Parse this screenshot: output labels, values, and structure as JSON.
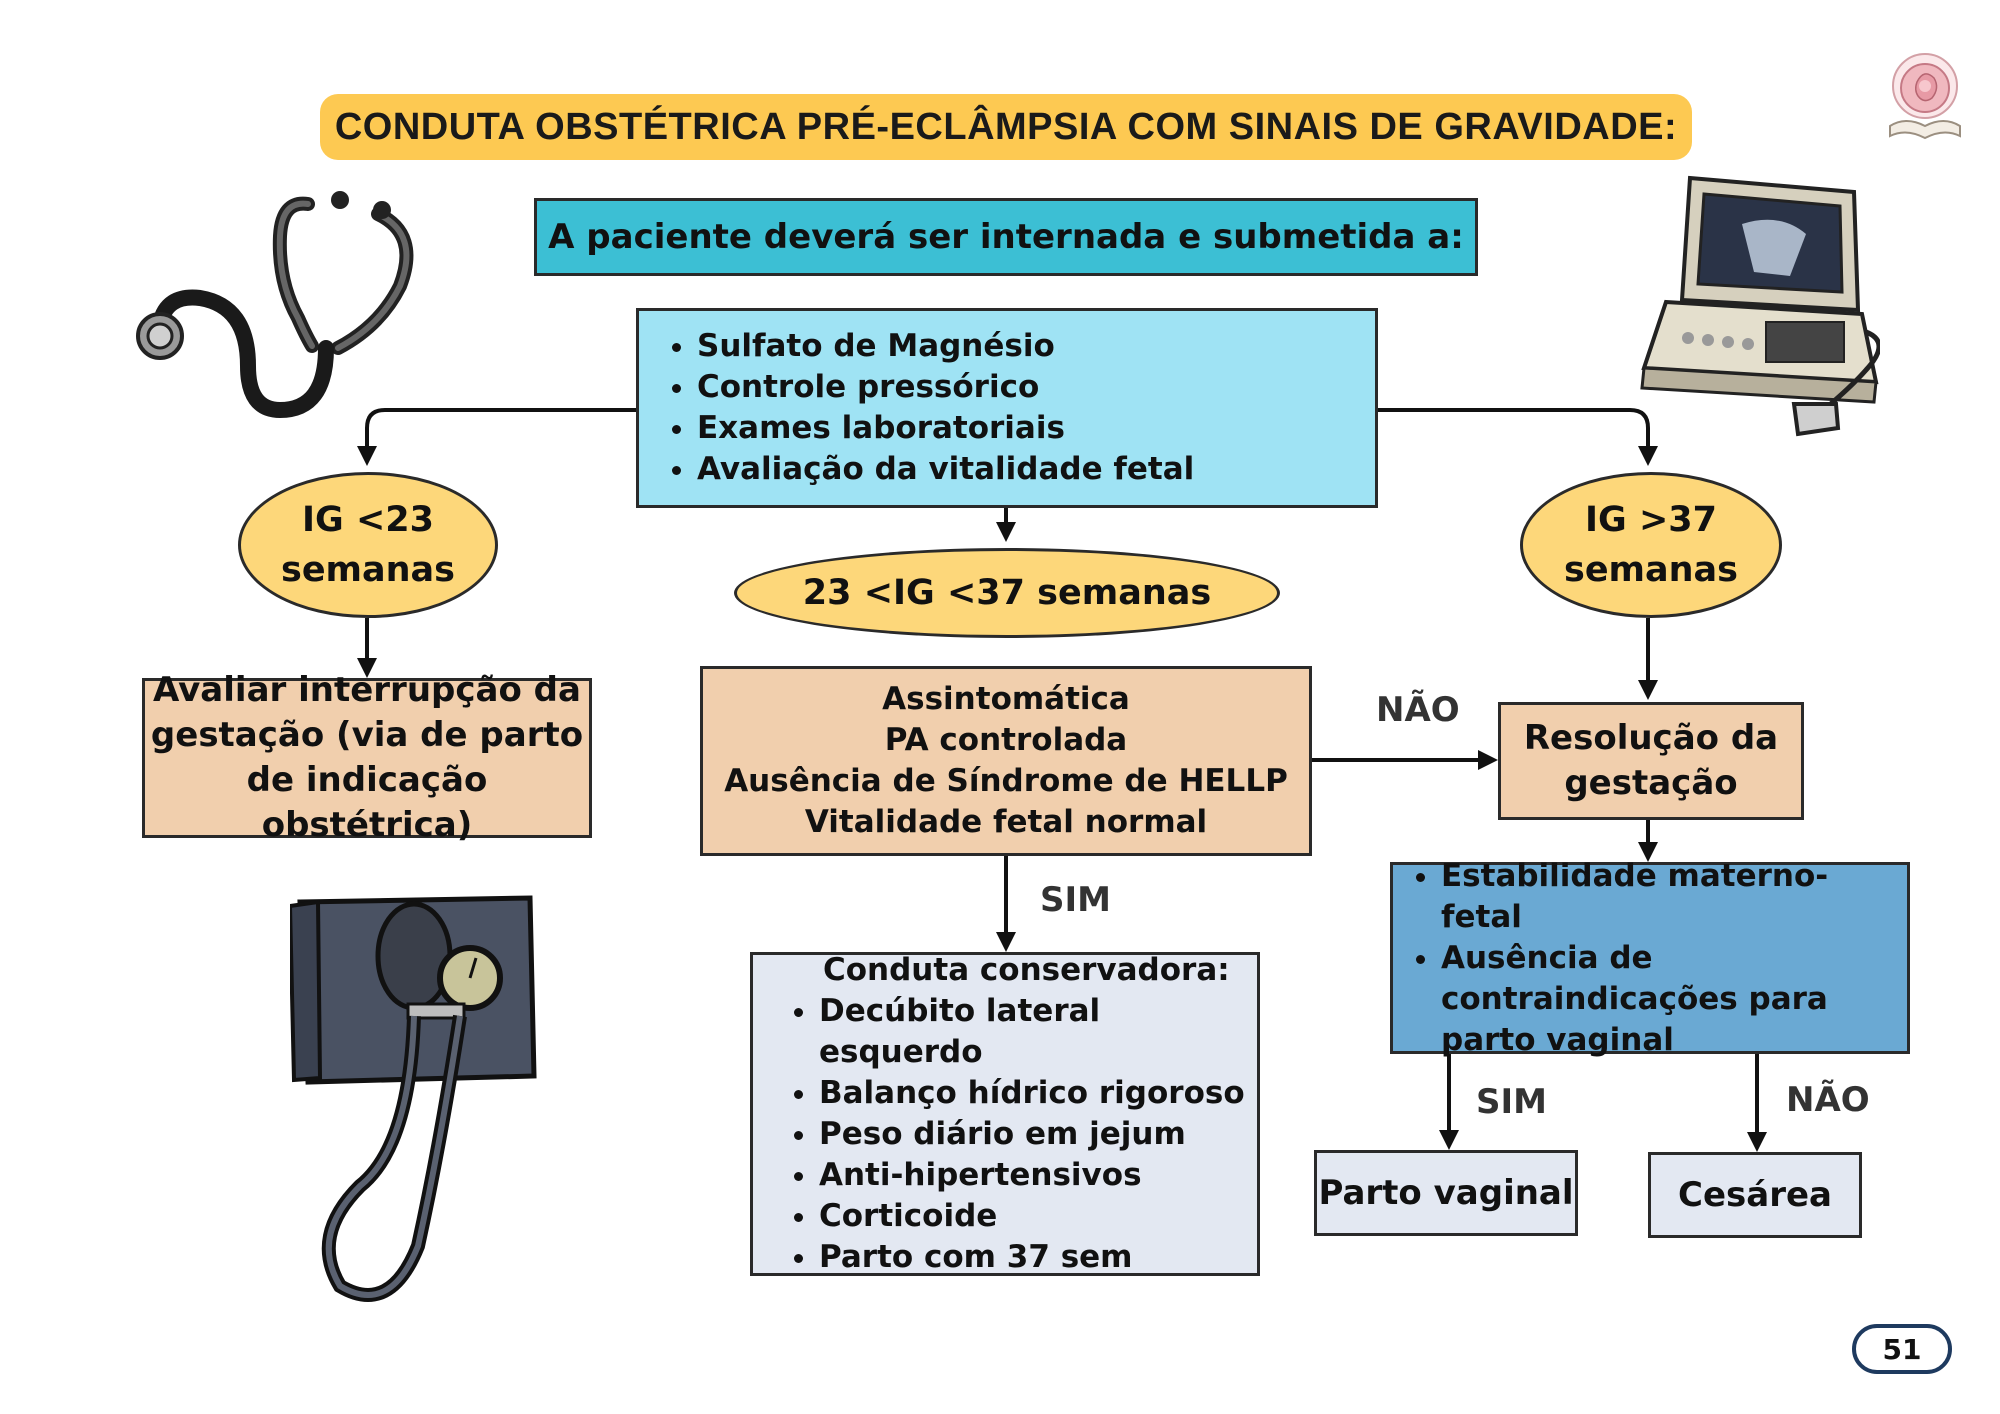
{
  "title": "CONDUTA OBSTÉTRICA PRÉ-ECLÂMPSIA COM SINAIS DE GRAVIDADE:",
  "header_box": "A paciente deverá ser internada e submetida a:",
  "initial_measures": [
    "Sulfato de Magnésio",
    "Controle pressórico",
    "Exames laboratoriais",
    "Avaliação da vitalidade fetal"
  ],
  "branches": {
    "left": {
      "ig_line1": "IG <23",
      "ig_line2": "semanas",
      "action_lines": [
        "Avaliar interrupção da",
        "gestação (via de parto",
        "de indicação obstétrica)"
      ]
    },
    "middle": {
      "ig": "23 <IG <37 semanas",
      "criteria": [
        "Assintomática",
        "PA controlada",
        "Ausência de Síndrome de HELLP",
        "Vitalidade fetal normal"
      ],
      "no_label": "NÃO",
      "yes_label": "SIM",
      "conservative_title": "Conduta conservadora:",
      "conservative_items": [
        "Decúbito lateral esquerdo",
        "Balanço hídrico rigoroso",
        "Peso diário em jejum",
        "Anti-hipertensivos",
        "Corticoide",
        "Parto com 37 sem"
      ]
    },
    "right": {
      "ig_line1": "IG >37",
      "ig_line2": "semanas",
      "resolution_lines": [
        "Resolução da",
        "gestação"
      ],
      "conditions": [
        "Estabilidade materno-fetal",
        "Ausência de contraindicações para parto vaginal"
      ],
      "yes_label": "SIM",
      "no_label": "NÃO",
      "vaginal": "Parto vaginal",
      "cesarean": "Cesárea"
    }
  },
  "page_number": "51",
  "colors": {
    "title_bg": "#fdc952",
    "header_bg": "#3cbfd4",
    "measures_bg": "#9fe3f4",
    "ellipse_bg": "#fdd77a",
    "peach": "#f1cfad",
    "light": "#e3e8f2",
    "blue": "#6aa9d3"
  },
  "icons": [
    "stethoscope-icon",
    "ultrasound-machine-icon",
    "sphygmomanometer-icon",
    "logo-badge-icon"
  ]
}
